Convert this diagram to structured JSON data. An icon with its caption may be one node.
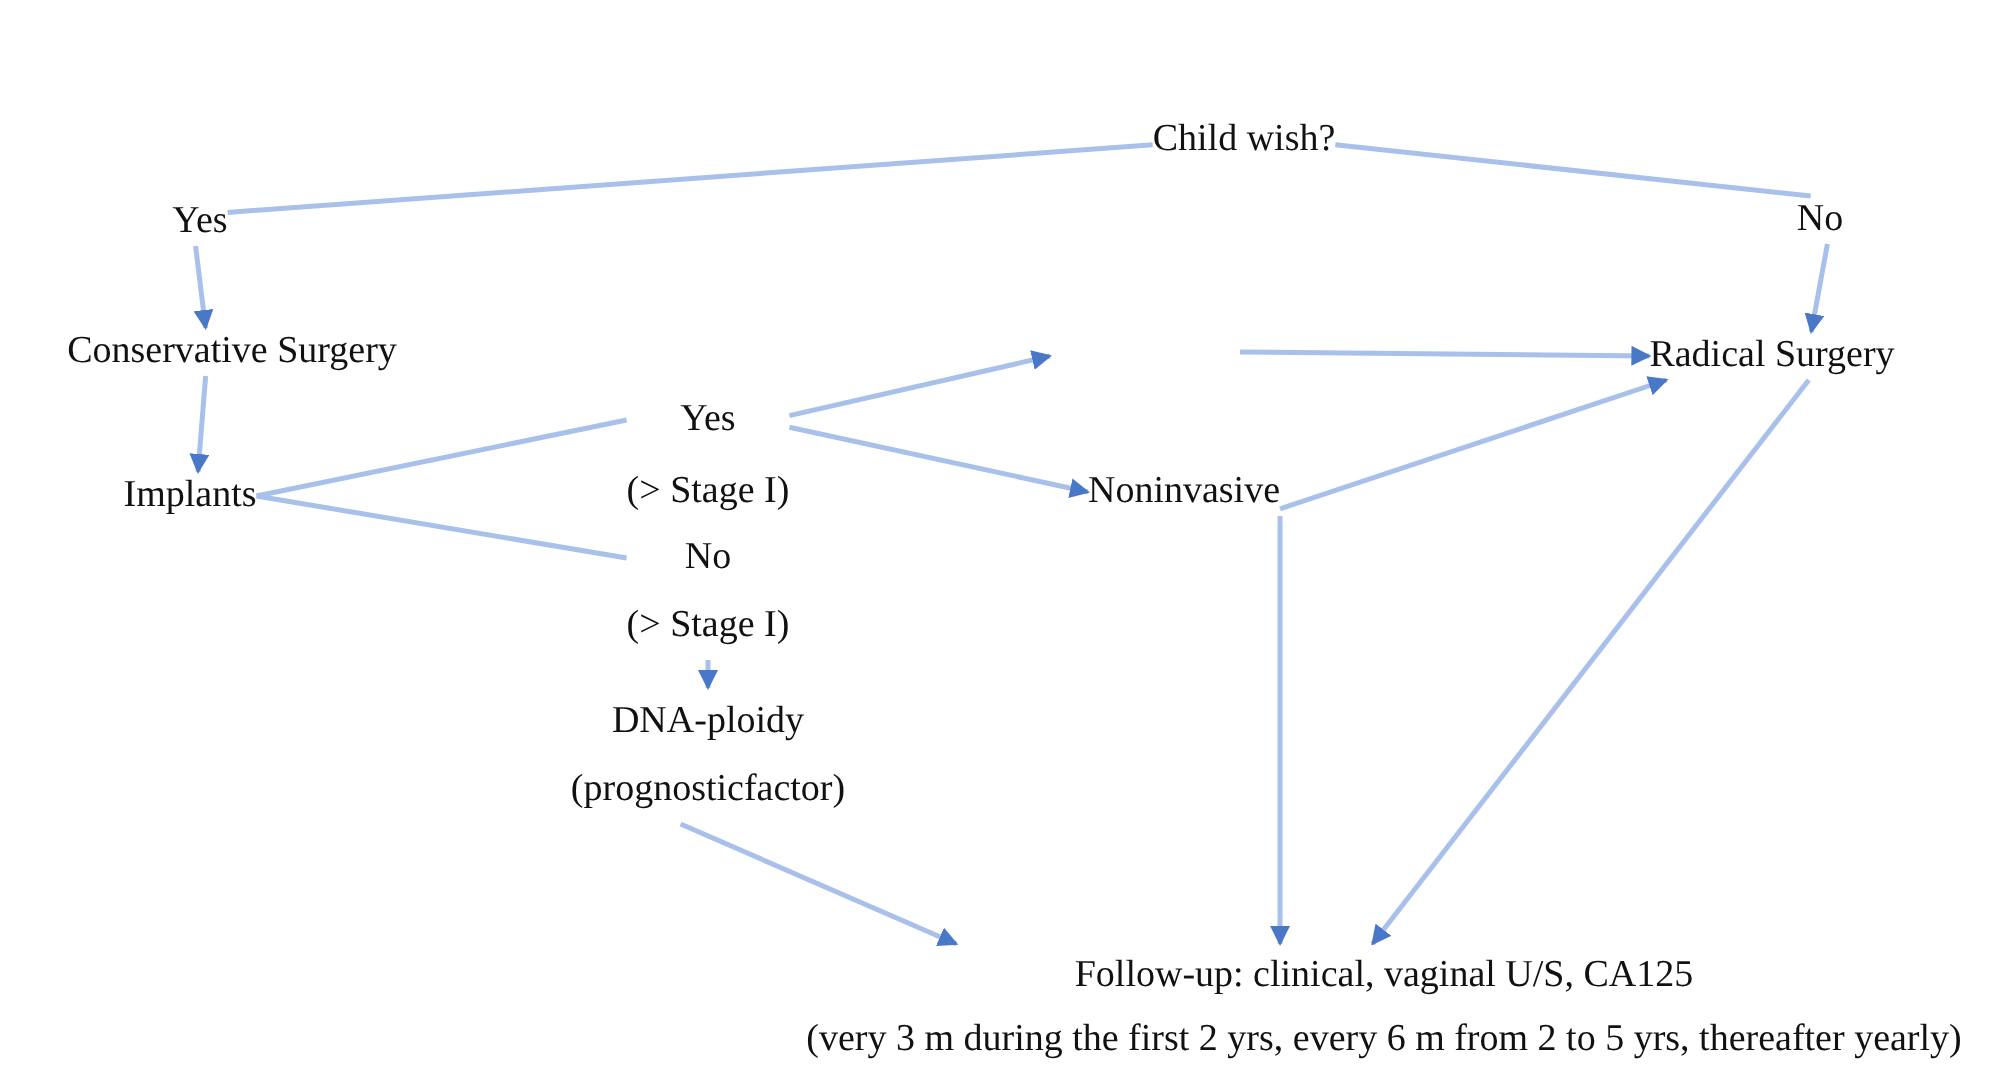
{
  "diagram": {
    "nodes": [
      {
        "text": [
          "Child wish?"
        ]
      },
      {
        "text": [
          "Yes"
        ]
      },
      {
        "text": [
          "No"
        ]
      },
      {
        "text": [
          "Conservative Surgery"
        ]
      },
      {
        "text": [
          "Radical Surgery"
        ]
      },
      {
        "text": [
          "Implants"
        ]
      },
      {
        "text": [
          "Yes",
          "(> Stage I)"
        ]
      },
      {
        "text": [
          "Noninvasive"
        ]
      },
      {
        "text": [
          "No",
          "(> Stage I)"
        ]
      },
      {
        "text": [
          "DNA-ploidy",
          "(prognosticfactor)"
        ]
      },
      {
        "text": [
          "Follow-up: clinical, vaginal U/S, CA125",
          "(very 3 m during the first 2 yrs, every 6 m from 2 to 5 yrs, thereafter yearly)"
        ]
      }
    ],
    "edges": [
      {
        "from": 0,
        "to": 1,
        "arrow": "none"
      },
      {
        "from": 0,
        "to": 2,
        "arrow": "none"
      },
      {
        "from": 1,
        "to": 3,
        "arrow": "to"
      },
      {
        "from": 2,
        "to": 4,
        "arrow": "to"
      },
      {
        "from": 3,
        "to": 5,
        "arrow": "to"
      },
      {
        "from": 5,
        "to": 6,
        "arrow": "none"
      },
      {
        "from": 5,
        "to": 8,
        "arrow": "none"
      },
      {
        "from": 6,
        "to": null,
        "arrow": "to"
      },
      {
        "from": null,
        "to": 4,
        "arrow": "to"
      },
      {
        "from": 6,
        "to": 7,
        "arrow": "to"
      },
      {
        "from": 7,
        "to": 4,
        "arrow": "to"
      },
      {
        "from": 7,
        "to": 10,
        "arrow": "to"
      },
      {
        "from": 4,
        "to": 10,
        "arrow": "to"
      },
      {
        "from": 8,
        "to": 9,
        "arrow": "to"
      },
      {
        "from": 9,
        "to": 10,
        "arrow": "to"
      }
    ]
  }
}
